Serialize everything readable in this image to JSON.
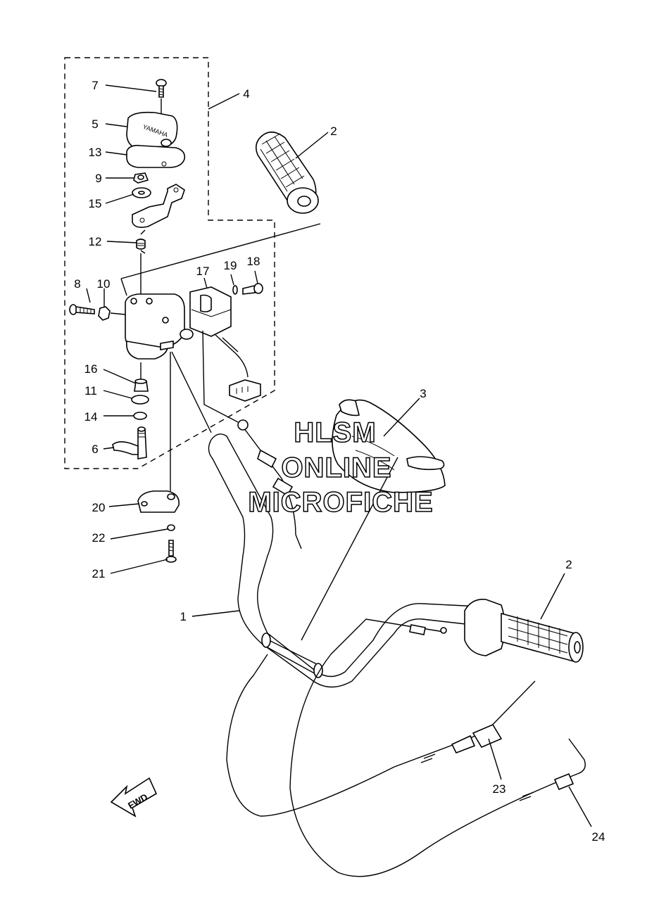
{
  "callouts": [
    {
      "id": "c1",
      "label": "1"
    },
    {
      "id": "c2a",
      "label": "2"
    },
    {
      "id": "c2b",
      "label": "2"
    },
    {
      "id": "c3",
      "label": "3"
    },
    {
      "id": "c4",
      "label": "4"
    },
    {
      "id": "c5",
      "label": "5"
    },
    {
      "id": "c6",
      "label": "6"
    },
    {
      "id": "c7",
      "label": "7"
    },
    {
      "id": "c8",
      "label": "8"
    },
    {
      "id": "c9",
      "label": "9"
    },
    {
      "id": "c10",
      "label": "10"
    },
    {
      "id": "c11",
      "label": "11"
    },
    {
      "id": "c12",
      "label": "12"
    },
    {
      "id": "c13",
      "label": "13"
    },
    {
      "id": "c14",
      "label": "14"
    },
    {
      "id": "c15",
      "label": "15"
    },
    {
      "id": "c16",
      "label": "16"
    },
    {
      "id": "c17",
      "label": "17"
    },
    {
      "id": "c18",
      "label": "18"
    },
    {
      "id": "c19",
      "label": "19"
    },
    {
      "id": "c20",
      "label": "20"
    },
    {
      "id": "c21",
      "label": "21"
    },
    {
      "id": "c22",
      "label": "22"
    },
    {
      "id": "c23",
      "label": "23"
    },
    {
      "id": "c24",
      "label": "24"
    }
  ],
  "watermark": {
    "line1": "HLSM",
    "line2": "ONLINE",
    "line3": "MICROFICHE"
  },
  "direction_arrow": {
    "label": "FWD"
  },
  "cover_marking": "YAMAHA",
  "colors": {
    "ink": "#000000",
    "paper": "#ffffff"
  }
}
